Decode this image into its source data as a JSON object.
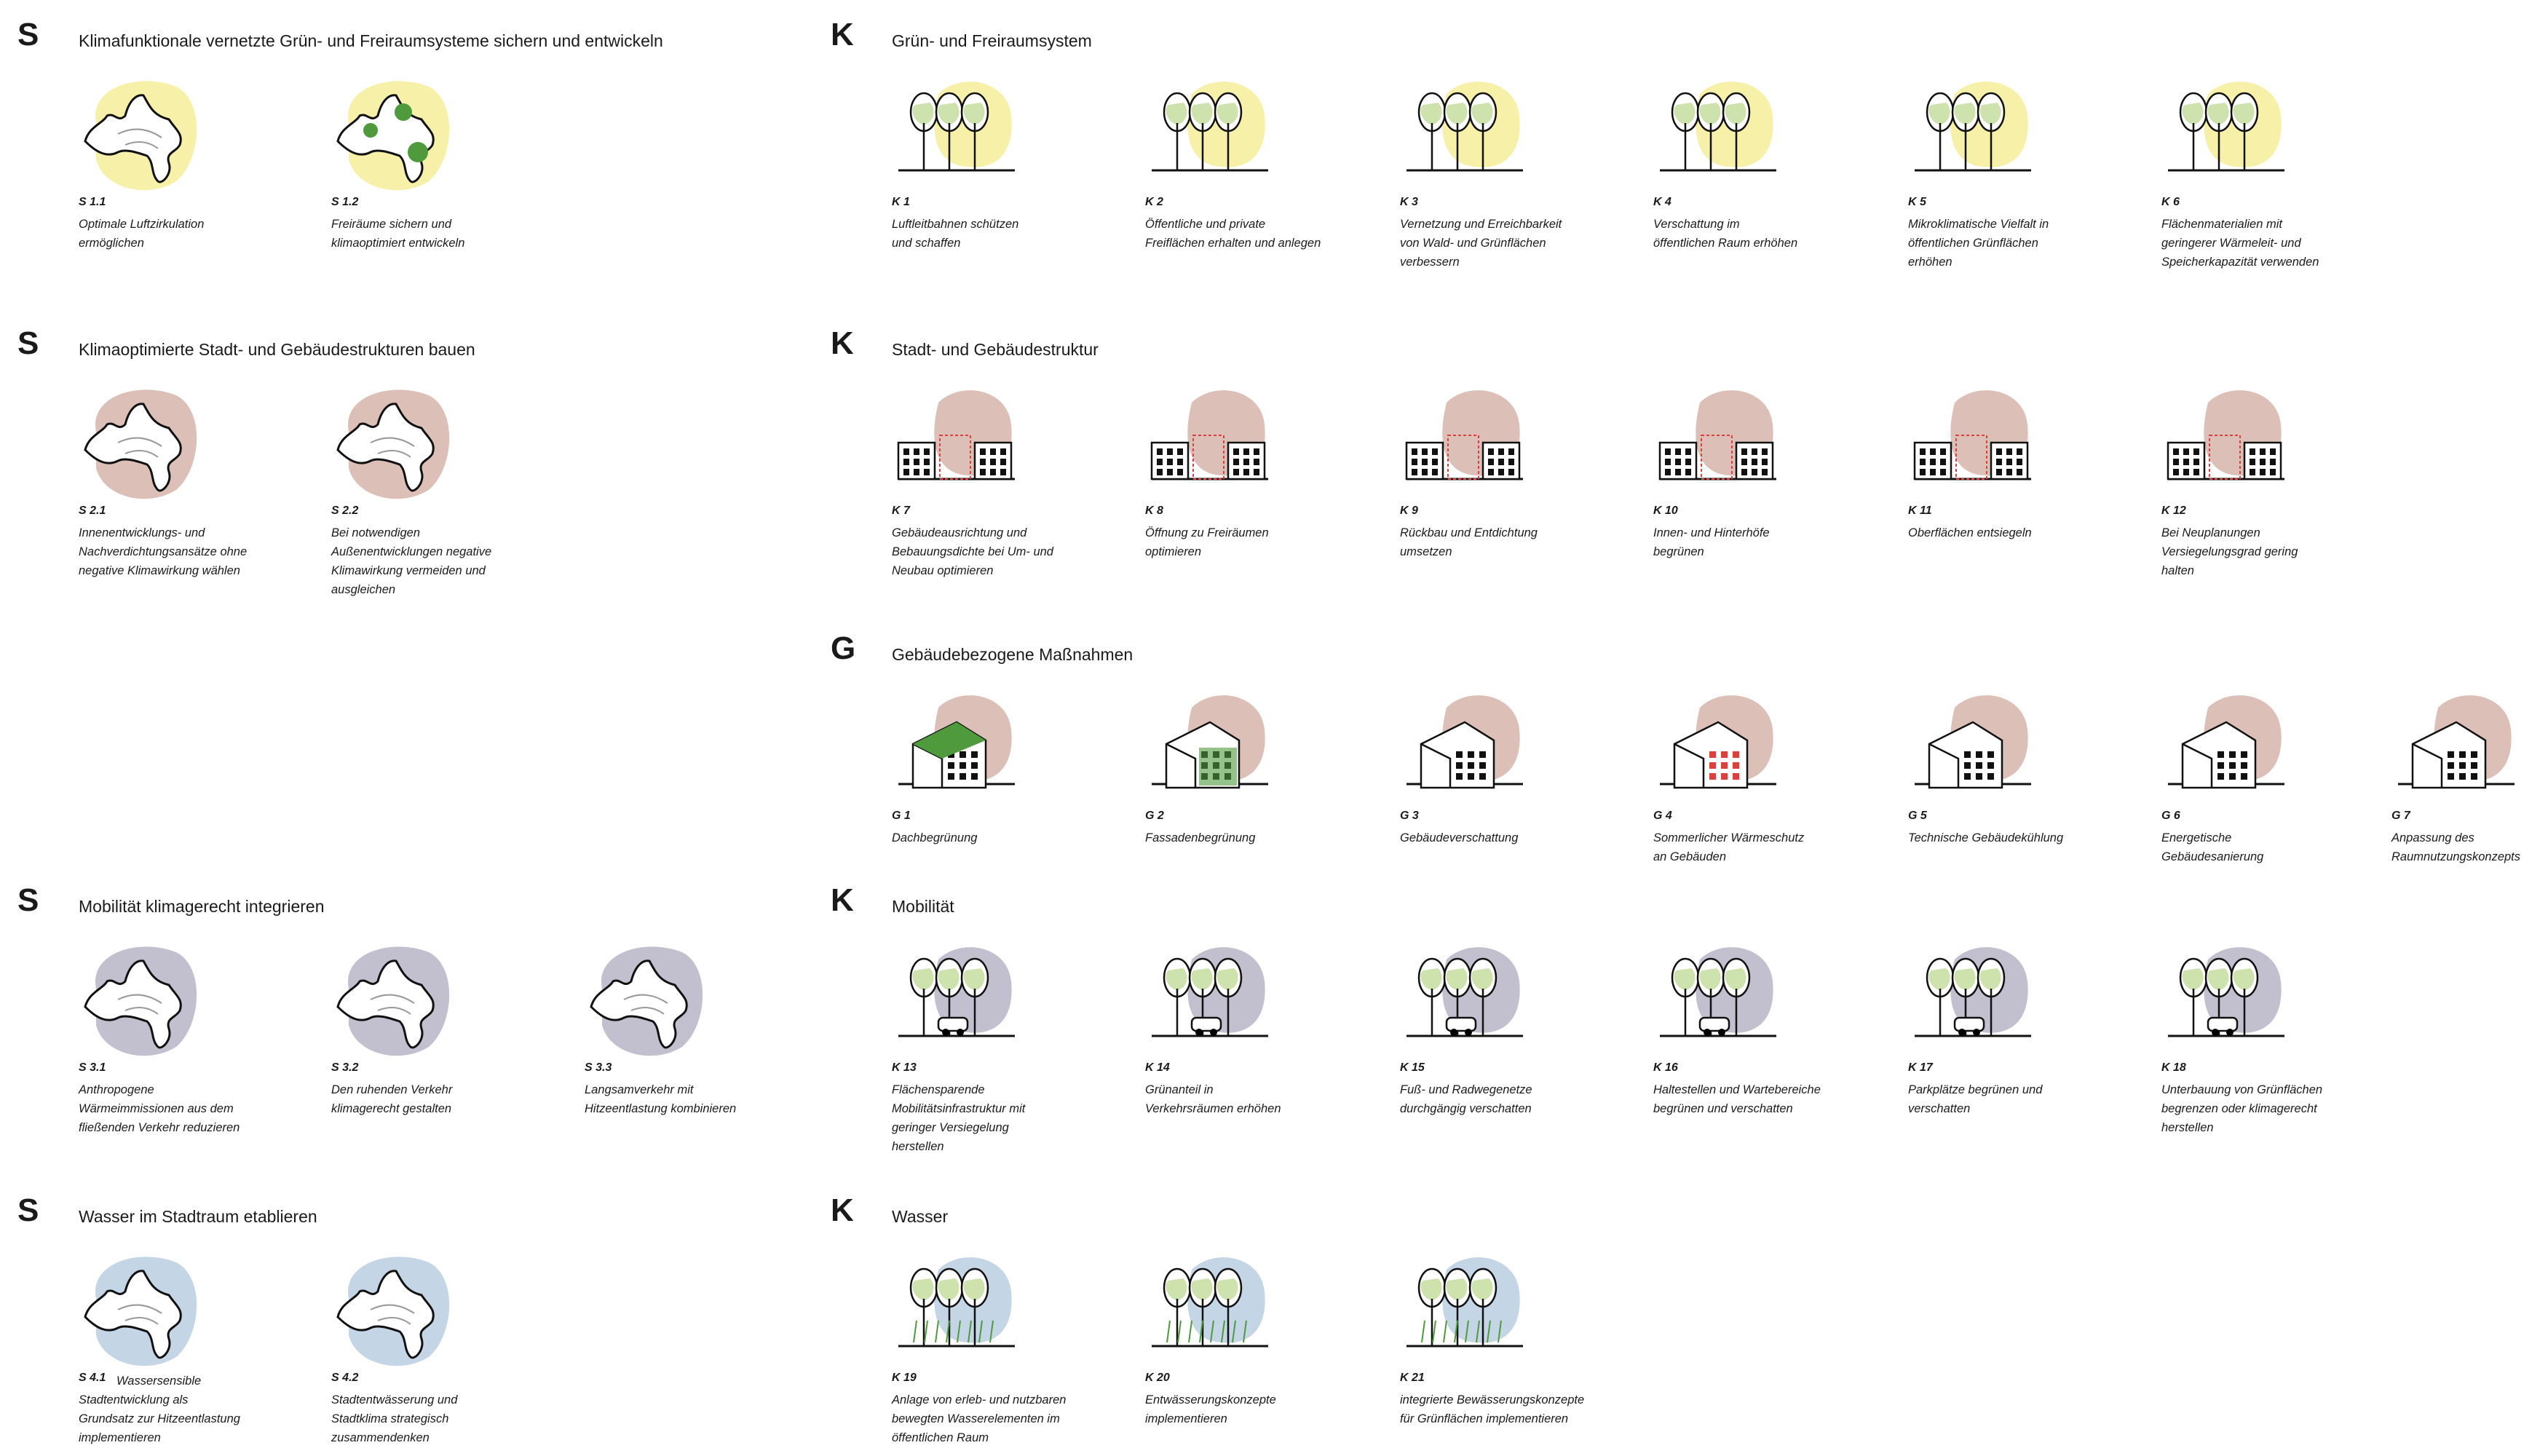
{
  "colors": {
    "green": "#f6f0a8",
    "city": "#dcbfb7",
    "mobility": "#c2bfce",
    "water": "#c4d5e6",
    "plant": "#4f9a3c",
    "accent_red": "#d9403e"
  },
  "sections": [
    {
      "id": "s1",
      "letter": "S",
      "title": "Klimafunktionale vernetzte Grün- und Freiraumsysteme sichern und entwickeln",
      "theme": "green",
      "kind": "map",
      "items": [
        {
          "code": "S 1.1",
          "text": "Optimale Luftzirkulation\nermöglichen"
        },
        {
          "code": "S 1.2",
          "text": "Freiräume sichern und\nklimaoptimiert entwickeln"
        }
      ]
    },
    {
      "id": "s2",
      "letter": "S",
      "title": "Klimaoptimierte Stadt- und Gebäudestrukturen bauen",
      "theme": "city",
      "kind": "map",
      "items": [
        {
          "code": "S 2.1",
          "text": "Innenentwicklungs- und\nNachverdichtungsansätze ohne\nnegative Klimawirkung wählen"
        },
        {
          "code": "S 2.2",
          "text": "Bei notwendigen\nAußenentwicklungen negative\nKlimawirkung vermeiden und\nausgleichen"
        }
      ]
    },
    {
      "id": "s3",
      "letter": "S",
      "title": "Mobilität klimagerecht integrieren",
      "theme": "mobility",
      "kind": "map",
      "items": [
        {
          "code": "S 3.1",
          "text": "Anthropogene\nWärmeimmissionen aus dem\nfließenden Verkehr reduzieren"
        },
        {
          "code": "S 3.2",
          "text": "Den ruhenden Verkehr\nklimagerecht gestalten"
        },
        {
          "code": "S 3.3",
          "text": "Langsamverkehr mit\nHitzeentlastung kombinieren"
        }
      ]
    },
    {
      "id": "s4",
      "letter": "S",
      "title": "Wasser im Stadtraum etablieren",
      "theme": "water",
      "kind": "map",
      "items": [
        {
          "code": "S 4.1",
          "text": "Wassersensible\nStadtentwicklung als\nGrundsatz zur Hitzeentlastung\nimplementieren",
          "inline": true
        },
        {
          "code": "S 4.2",
          "text": "Stadtentwässerung und\nStadtklima strategisch\nzusammendenken"
        }
      ]
    },
    {
      "id": "k1",
      "letter": "K",
      "title": "Grün- und Freiraumsystem",
      "theme": "green",
      "kind": "trees",
      "items": [
        {
          "code": "K 1",
          "text": "Luftleitbahnen schützen\nund schaffen"
        },
        {
          "code": "K 2",
          "text": "Öffentliche und private\nFreiflächen erhalten und anlegen"
        },
        {
          "code": "K 3",
          "text": "Vernetzung und Erreichbarkeit\nvon Wald- und Grünflächen\nverbessern"
        },
        {
          "code": "K 4",
          "text": "Verschattung im\nöffentlichen Raum erhöhen"
        },
        {
          "code": "K 5",
          "text": "Mikroklimatische Vielfalt in\nöffentlichen Grünflächen\nerhöhen"
        },
        {
          "code": "K 6",
          "text": "Flächenmaterialien mit\ngeringerer  Wärmeleit- und\nSpeicherkapazität verwenden"
        }
      ]
    },
    {
      "id": "k2",
      "letter": "K",
      "title": "Stadt- und Gebäudestruktur",
      "theme": "city",
      "kind": "street",
      "items": [
        {
          "code": "K 7",
          "text": "Gebäudeausrichtung und\nBebauungsdichte bei Um- und\nNeubau optimieren"
        },
        {
          "code": "K 8",
          "text": "Öffnung zu Freiräumen\noptimieren"
        },
        {
          "code": "K 9",
          "text": "Rückbau und Entdichtung\numsetzen"
        },
        {
          "code": "K 10",
          "text": "Innen- und Hinterhöfe\nbegrünen"
        },
        {
          "code": "K 11",
          "text": "Oberflächen entsiegeln"
        },
        {
          "code": "K 12",
          "text": "Bei Neuplanungen\nVersiegelungsgrad gering\nhalten"
        }
      ]
    },
    {
      "id": "g",
      "letter": "G",
      "title": "Gebäudebezogene Maßnahmen",
      "theme": "city",
      "kind": "building",
      "items": [
        {
          "code": "G 1",
          "text": "Dachbegrünung"
        },
        {
          "code": "G 2",
          "text": "Fassadenbegrünung"
        },
        {
          "code": "G 3",
          "text": "Gebäudeverschattung"
        },
        {
          "code": "G 4",
          "text": "Sommerlicher Wärmeschutz\nan Gebäuden"
        },
        {
          "code": "G 5",
          "text": "Technische Gebäudekühlung"
        },
        {
          "code": "G 6",
          "text": "Energetische\nGebäudesanierung"
        },
        {
          "code": "G 7",
          "text": "Anpassung des\nRaumnutzungskonzepts"
        }
      ]
    },
    {
      "id": "k3",
      "letter": "K",
      "title": "Mobilität",
      "theme": "mobility",
      "kind": "car",
      "items": [
        {
          "code": "K 13",
          "text": "Flächensparende\nMobilitätsinfrastruktur mit\ngeringer Versiegelung\nherstellen"
        },
        {
          "code": "K 14",
          "text": "Grünanteil in\nVerkehrsräumen erhöhen"
        },
        {
          "code": "K 15",
          "text": "Fuß- und Radwegenetze\ndurchgängig verschatten"
        },
        {
          "code": "K 16",
          "text": "Haltestellen und Wartebereiche\nbegrünen und verschatten"
        },
        {
          "code": "K 17",
          "text": "Parkplätze begrünen und\nverschatten"
        },
        {
          "code": "K 18",
          "text": "Unterbauung von Grünflächen\nbegrenzen oder klimagerecht\nherstellen"
        }
      ]
    },
    {
      "id": "k4",
      "letter": "K",
      "title": "Wasser",
      "theme": "water",
      "kind": "rain",
      "items": [
        {
          "code": "K 19",
          "text": "Anlage von erleb- und nutzbaren\nbewegten Wasserelementen im\nöffentlichen Raum"
        },
        {
          "code": "K 20",
          "text": "Entwässerungskonzepte\nimplementieren"
        },
        {
          "code": "K 21",
          "text": "integrierte Bewässerungskonzepte\nfür Grünflächen implementieren"
        }
      ]
    }
  ]
}
